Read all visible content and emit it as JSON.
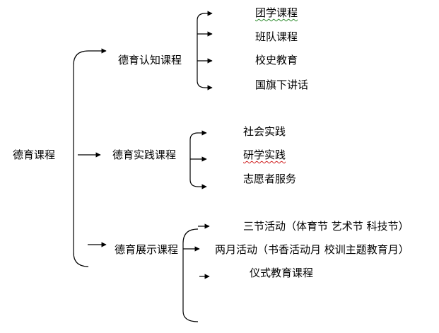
{
  "root": {
    "label": "德育课程"
  },
  "branches": [
    {
      "label": "德育认知课程",
      "items": [
        "团学课程",
        "班队课程",
        "校史教育",
        "国旗下讲话"
      ]
    },
    {
      "label": "德育实践课程",
      "items": [
        "社会实践",
        "研学实践",
        "志愿者服务"
      ]
    },
    {
      "label": "德育展示课程",
      "items": [
        "三节活动（体育节  艺术节  科技节）",
        "两月活动（书香活动月  校训主题教育月）",
        "仪式教育课程"
      ]
    }
  ]
}
